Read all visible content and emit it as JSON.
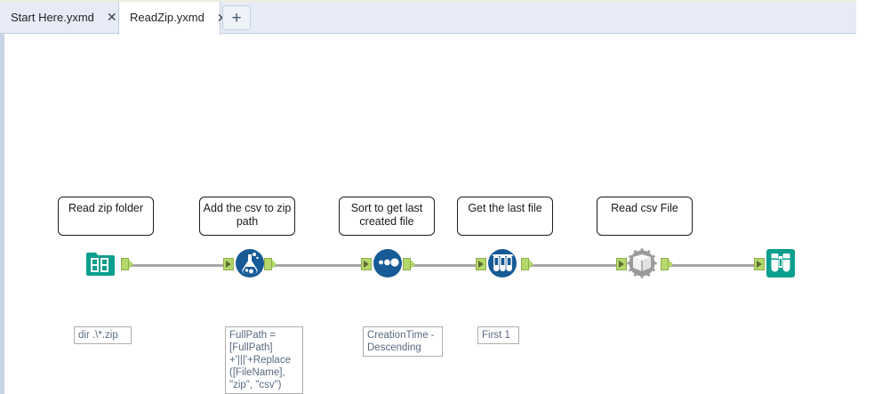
{
  "window": {
    "tabs": [
      {
        "label": "Start Here.yxmd",
        "close": "✕",
        "active": false
      },
      {
        "label": "ReadZip.yxmd",
        "close": "✕",
        "active": true
      }
    ],
    "new_tab_label": "+"
  },
  "colors": {
    "tabbar_bg": "#e6ebf5",
    "tab_active_bg": "#ffffff",
    "canvas_bg": "#ffffff",
    "teal": "#0a9e8e",
    "blue": "#165a96",
    "gray_gear": "#9a9a9a",
    "wire": "#a7a7a7",
    "anchor_green": "#b5d86b",
    "config_text": "#5a6a80"
  },
  "workflow": {
    "comments": [
      {
        "text": "Read zip folder"
      },
      {
        "text": "Add the csv to zip path"
      },
      {
        "text": "Sort to get last created file"
      },
      {
        "text": "Get the last file"
      },
      {
        "text": "Read csv File"
      }
    ],
    "tools": [
      {
        "name": "directory-tool",
        "icon": "folder-book-icon",
        "config": "dir .\\*.zip"
      },
      {
        "name": "formula-tool",
        "icon": "flask-icon",
        "config": "FullPath =\n[FullPath]\n+'|||'+Replace\n([FileName],\n\"zip\", \"csv\")"
      },
      {
        "name": "sort-tool",
        "icon": "three-dots-icon",
        "config": "CreationTime -\nDescending"
      },
      {
        "name": "sample-tool",
        "icon": "test-tubes-icon",
        "config": "First 1"
      },
      {
        "name": "dynamic-input-tool",
        "icon": "gear-book-icon",
        "config": ""
      },
      {
        "name": "browse-tool",
        "icon": "binoculars-icon",
        "config": ""
      }
    ]
  }
}
